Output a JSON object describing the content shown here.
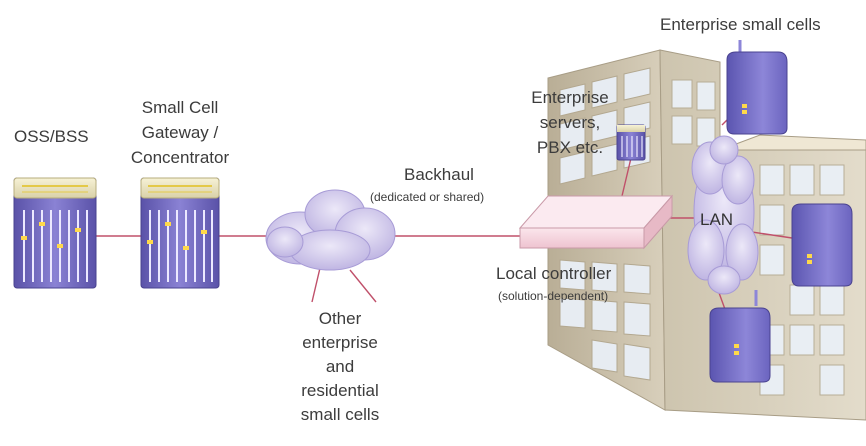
{
  "labels": {
    "oss_bss": "OSS/BSS",
    "gateway": [
      "Small Cell",
      "Gateway /",
      "Concentrator"
    ],
    "backhaul": "Backhaul",
    "backhaul_note": "(dedicated or shared)",
    "enterprise_servers": [
      "Enterprise",
      "servers,",
      "PBX etc."
    ],
    "enterprise_small_cells": "Enterprise small cells",
    "lan": "LAN",
    "local_controller": "Local controller",
    "local_controller_note": "(solution-dependent)",
    "other_cells": [
      "Other",
      "enterprise",
      "and",
      "residential",
      "small cells"
    ]
  },
  "colors": {
    "link_line": "#c0506a",
    "rack_front": "#6a63b8",
    "rack_stripe": "#ffd94a",
    "cloud": "#cfc8ea",
    "building": "#cfc6b2",
    "building_glass": "#d9e1ea",
    "controller": "#f6d6e0"
  }
}
